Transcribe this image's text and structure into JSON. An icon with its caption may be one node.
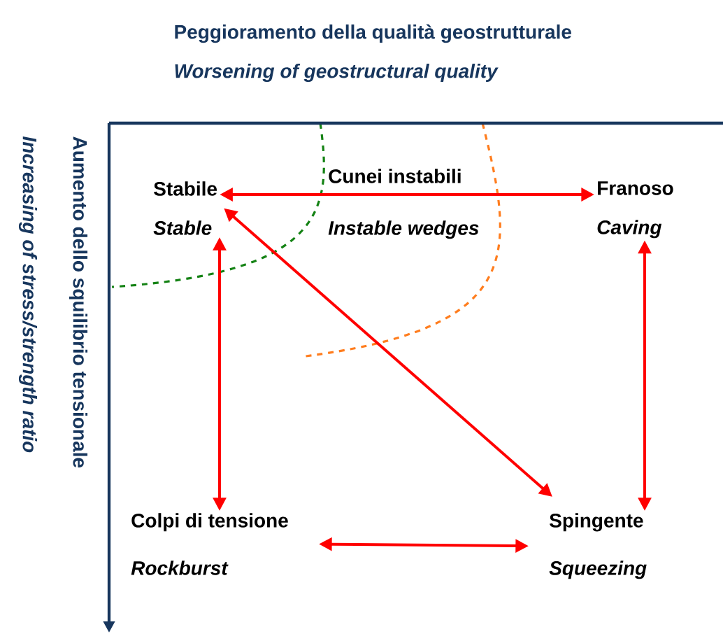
{
  "diagram": {
    "nodes": [
      {
        "text": [
          "Stabile",
          "Stable"
        ]
      },
      {
        "text": [
          "Cunei instabili",
          "Instable wedges"
        ]
      },
      {
        "text": [
          "Franoso",
          "Caving"
        ]
      },
      {
        "text": [
          "Colpi di tensione",
          "Rockburst"
        ]
      },
      {
        "text": [
          "Spingente",
          "Squeezing"
        ]
      }
    ],
    "edges": [
      {
        "from": 0,
        "to": 3,
        "arrow": "both"
      },
      {
        "from": 0,
        "to": 2,
        "arrow": "both"
      },
      {
        "from": 0,
        "to": 4,
        "arrow": "both"
      },
      {
        "from": 2,
        "to": 4,
        "arrow": "both"
      },
      {
        "from": 3,
        "to": 4,
        "arrow": "both"
      }
    ],
    "labels": [
      "Peggioramento della qualità geostrutturale",
      "Worsening of geostructural quality",
      "Aumento dello squilibrio tensionale",
      "Increasing of stress/strength ratio"
    ]
  }
}
